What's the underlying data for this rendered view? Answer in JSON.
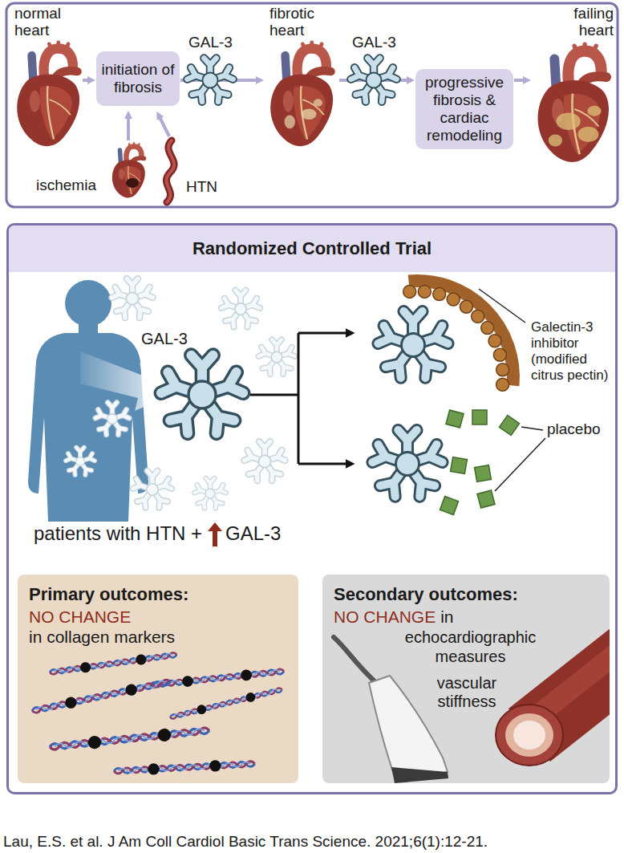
{
  "diagram": {
    "caption": "Lau, E.S. et al. J Am Coll Cardiol Basic Trans Science. 2021;6(1):12-21.",
    "nodes": [
      {
        "text": [
          "normal heart"
        ]
      },
      {
        "text": [
          "initiation of fibrosis"
        ]
      },
      {
        "text": [
          "fibrotic heart"
        ]
      },
      {
        "text": [
          "progressive fibrosis & cardiac remodeling"
        ]
      },
      {
        "text": [
          "failing heart"
        ]
      },
      {
        "text": [
          "Randomized Controlled Trial"
        ]
      },
      {
        "text": [
          "Primary outcomes:",
          "NO CHANGE",
          "in collagen markers"
        ],
        "in": 5
      },
      {
        "text": [
          "Secondary outcomes:",
          "NO CHANGE",
          "in",
          "echocardiographic measures",
          "vascular stiffness"
        ],
        "in": 5
      }
    ],
    "edges": [
      {
        "from": 0,
        "to": 1,
        "arrow": "to"
      },
      {
        "from": 1,
        "to": 2,
        "arrow": "to"
      },
      {
        "from": 2,
        "to": 3,
        "arrow": "to"
      },
      {
        "from": 3,
        "to": 4,
        "arrow": "to"
      }
    ],
    "labels": [
      "GAL-3",
      "GAL-3",
      "ischemia",
      "HTN",
      "GAL-3",
      "Galectin-3 inhibitor (modified citrus pectin)",
      "placebo",
      "patients with HTN +",
      "GAL-3"
    ]
  }
}
